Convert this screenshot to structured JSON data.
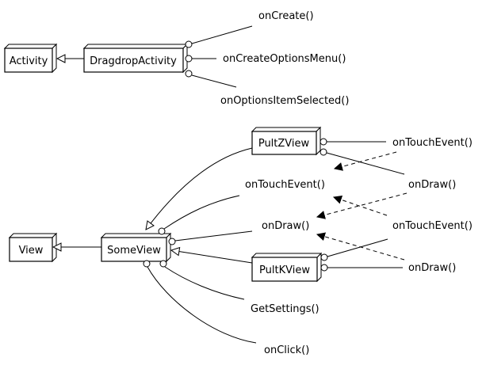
{
  "classes": {
    "activity": "Activity",
    "dragdrop_activity": "DragdropActivity",
    "view": "View",
    "some_view": "SomeView",
    "pult_z_view": "PultZView",
    "pult_k_view": "PultKView"
  },
  "methods": {
    "on_create": "onCreate()",
    "on_create_options_menu": "onCreateOptionsMenu()",
    "on_options_item_selected": "onOptionsItemSelected()",
    "pz_on_touch_event": "onTouchEvent()",
    "pz_on_draw": "onDraw()",
    "sv_on_touch_event": "onTouchEvent()",
    "sv_on_draw": "onDraw()",
    "pk_on_touch_event": "onTouchEvent()",
    "pk_on_draw": "onDraw()",
    "get_settings": "GetSettings()",
    "on_click": "onClick()"
  }
}
